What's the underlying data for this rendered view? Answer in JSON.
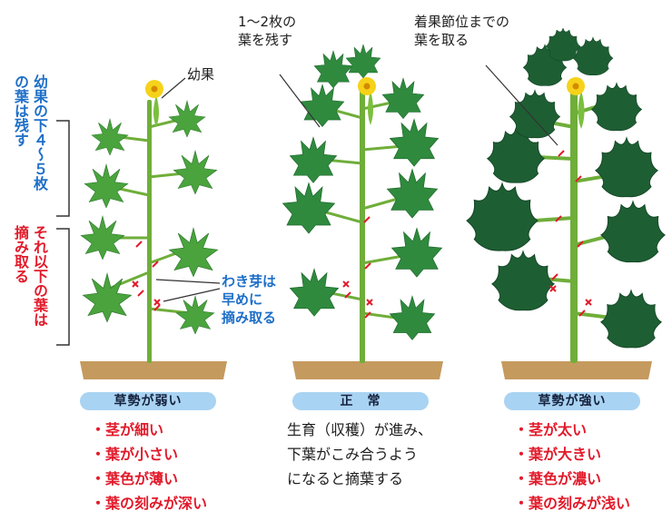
{
  "plants": [
    {
      "condition_label": "草勢が弱い",
      "traits": [
        "・茎が細い",
        "・葉が小さい",
        "・葉色が薄い",
        "・葉の刻みが深い"
      ]
    },
    {
      "condition_label": "正　常",
      "description_lines": [
        "生育（収穫）が進み、",
        "下葉がこみ合うよう",
        "になると摘葉する"
      ]
    },
    {
      "condition_label": "草勢が強い",
      "traits": [
        "・茎が太い",
        "・葉が大きい",
        "・葉色が濃い",
        "・葉の刻みが浅い"
      ]
    }
  ],
  "annotations": {
    "young_fruit": "幼果",
    "keep_leaves_lines": [
      "幼果の下４～５枚",
      "の葉は残す"
    ],
    "remove_leaves_lines": [
      "それ以下の葉は",
      "摘み取る"
    ],
    "side_shoots_lines": [
      "わき芽は",
      "早めに",
      "摘み取る"
    ],
    "leave_one_two_lines": [
      "1～2枚の",
      "葉を残す"
    ],
    "remove_to_fruit_node_lines": [
      "着果節位までの",
      "葉を取る"
    ]
  },
  "colors": {
    "weak_leaf": "#4aa33d",
    "normal_leaf": "#2f8a3e",
    "strong_leaf": "#1e5e33",
    "stem": "#6fae3a",
    "flower": "#f6d21a",
    "soil": "#c59a5e",
    "cut_mark": "#e21a2a",
    "pill": "#a9d3f2",
    "blue_text": "#1e6fc8"
  }
}
